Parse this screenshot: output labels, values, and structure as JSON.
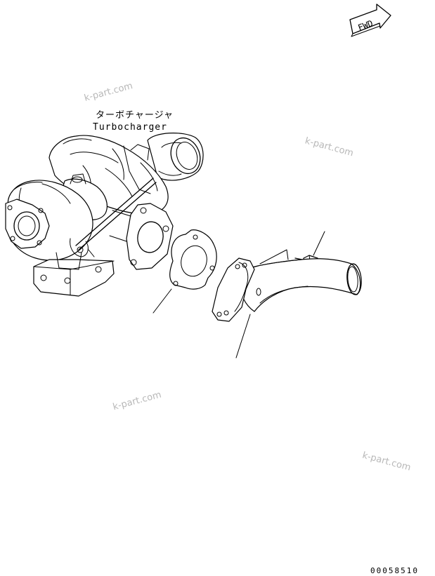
{
  "fwd_label": "FWD",
  "turbo_label_jp": "ターボチャージャ",
  "turbo_label_en": "Turbocharger",
  "watermarks": [
    "k-part.com",
    "k-part.com",
    "k-part.com",
    "k-part.com"
  ],
  "drawing_code": "00058510"
}
